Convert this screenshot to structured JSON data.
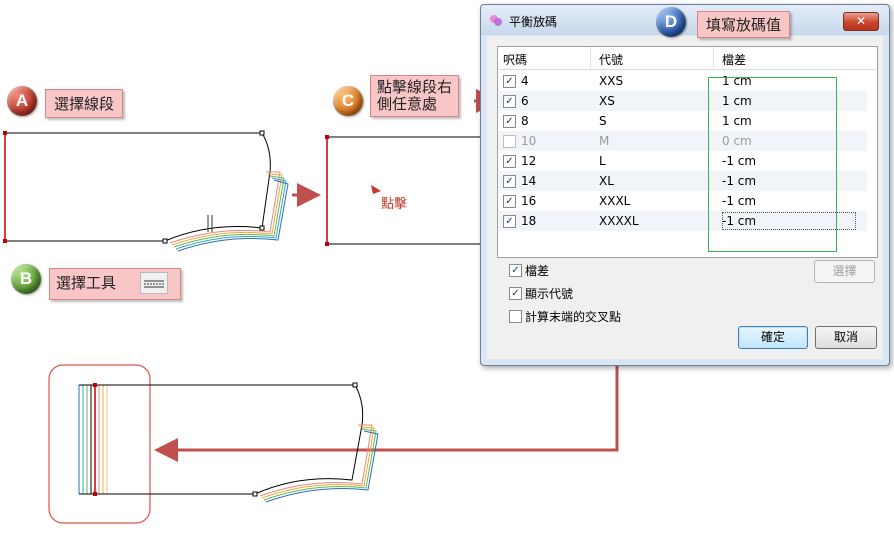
{
  "steps": {
    "a": {
      "letter": "A",
      "label": "選擇線段"
    },
    "b": {
      "letter": "B",
      "label": "選擇工具"
    },
    "c": {
      "letter": "C",
      "label_line1": "點擊線段右",
      "label_line2": "側任意處"
    },
    "d": {
      "letter": "D",
      "label": "填寫放碼值"
    }
  },
  "click_label": "點擊",
  "dialog": {
    "title": "平衡放碼",
    "close": "✕",
    "columns": [
      "呎碼",
      "代號",
      "檔差"
    ],
    "rows": [
      {
        "size": "4",
        "code": "XXS",
        "grade": "1 cm",
        "checked": true
      },
      {
        "size": "6",
        "code": "XS",
        "grade": "1 cm",
        "checked": true
      },
      {
        "size": "8",
        "code": "S",
        "grade": "1 cm",
        "checked": true
      },
      {
        "size": "10",
        "code": "M",
        "grade": "0 cm",
        "checked": false
      },
      {
        "size": "12",
        "code": "L",
        "grade": "-1 cm",
        "checked": true
      },
      {
        "size": "14",
        "code": "XL",
        "grade": "-1 cm",
        "checked": true
      },
      {
        "size": "16",
        "code": "XXXL",
        "grade": "-1 cm",
        "checked": true
      },
      {
        "size": "18",
        "code": "XXXXL",
        "grade": "-1 cm",
        "checked": true
      }
    ],
    "options": [
      {
        "label": "檔差",
        "checked": true
      },
      {
        "label": "顯示代號",
        "checked": true
      },
      {
        "label": "計算末端的交叉點",
        "checked": false
      }
    ],
    "select_button": "選擇",
    "ok_button": "確定",
    "cancel_button": "取消"
  },
  "colors": {
    "callout_bg": "#f8c6c6",
    "step_a": "#c0392b",
    "step_b": "#5a9e2f",
    "step_c": "#e07b1f",
    "step_d": "#2f5fb0",
    "arrow": "#c0504d",
    "highlight_box": "#3fae5a"
  }
}
